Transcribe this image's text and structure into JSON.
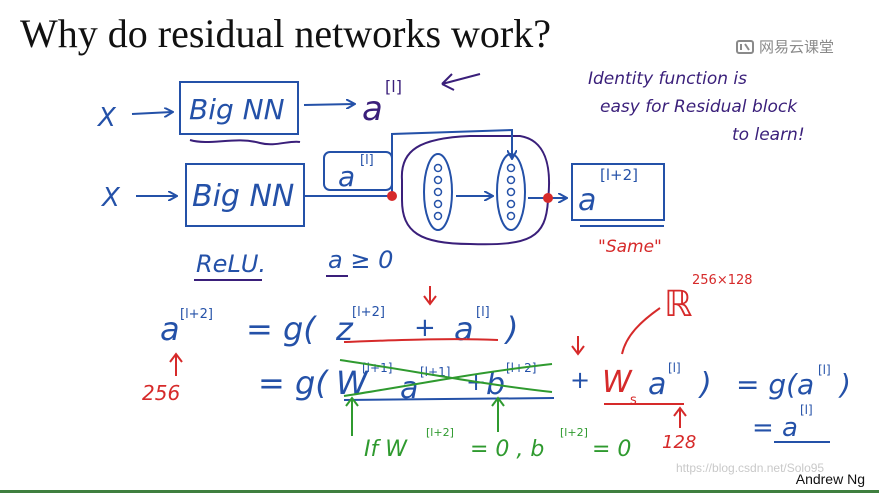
{
  "slide": {
    "title": "Why do residual networks work?",
    "logo_text": "网易云课堂",
    "author": "Andrew Ng",
    "watermark": "https://blog.csdn.net/Solo95"
  },
  "colors": {
    "ink_blue": "#2451a8",
    "ink_purple": "#3a1f7a",
    "ink_red": "#d62a2a",
    "ink_green": "#2f9a2f"
  },
  "handwriting": {
    "x1": "X",
    "bignn1": "Big NN",
    "a_l_top": "a",
    "sup_l": "[l]",
    "note1": "Identity function is",
    "note2": "easy for Residual block",
    "note3": "to learn!",
    "x2": "X",
    "bignn2": "Big NN",
    "a_l_mid": "a",
    "a_l2_box": "a",
    "sup_l2": "[l+2]",
    "same": "\"Same\"",
    "relu": "ReLU.",
    "a_ge0": "a ≥ 0",
    "eq1_lhs": "a",
    "eq1_rhs_g": "= g(",
    "eq1_z": "z",
    "eq1_plus": "+",
    "eq1_a": "a",
    "eq1_close": ")",
    "R": "ℝ",
    "R_sup": "256×128",
    "dim256": "256",
    "eq2_g": "= g(",
    "eq2_w": "W",
    "eq2_a": "a",
    "eq2_plus": "+",
    "eq2_b": "b",
    "sup_l1": "[l+1]",
    "eq2_plus2": "+",
    "Ws": "W",
    "Ws_sub": "s",
    "eq2_a2": "a",
    "eq2_close": ")",
    "eq3": "= g(a",
    "eq3_close": ")",
    "eq4": "= a",
    "dim128": "128",
    "cond": "If W",
    "cond2": "= 0 ,  b",
    "cond3": "= 0"
  }
}
